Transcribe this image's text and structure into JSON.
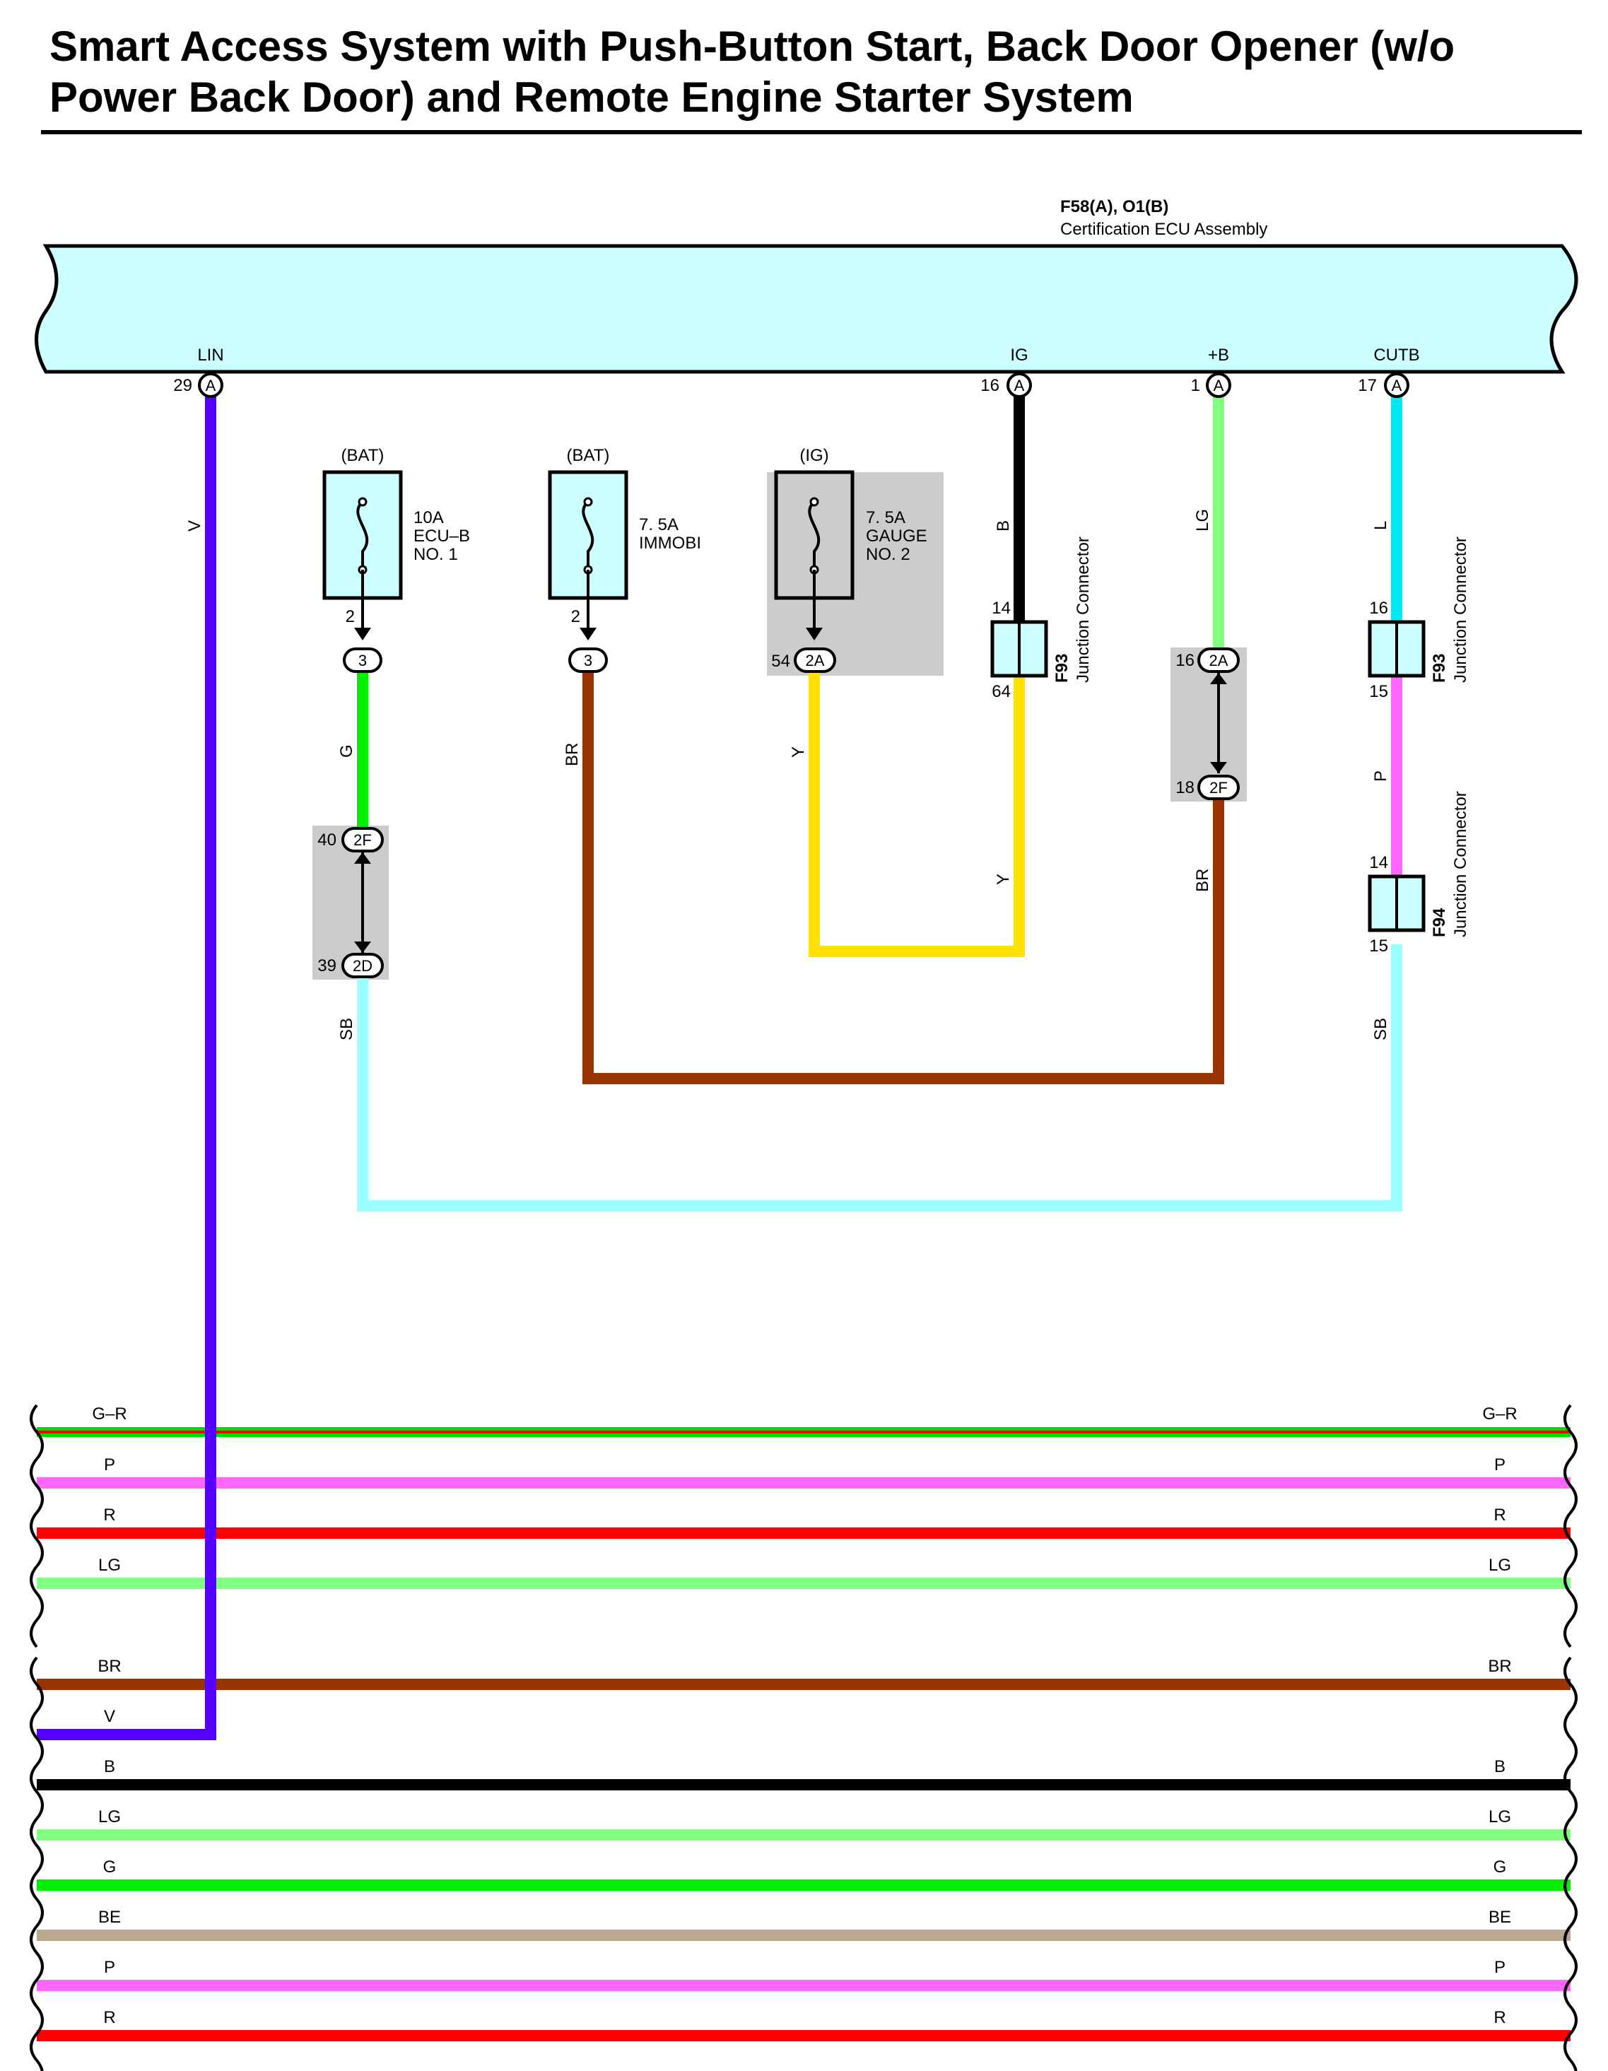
{
  "title": "Smart Access System with Push-Button Start, Back Door Opener (w/o Power Back Door) and Remote Engine Starter System",
  "colors": {
    "ecu_fill": "#ccffff",
    "shade": "#cccccc",
    "fuse_fill": "#ccffff",
    "V": "#5500ff",
    "B": "#000000",
    "LG": "#80ff80",
    "L": "#00e8f0",
    "G": "#00ee00",
    "BR": "#993300",
    "Y": "#ffe000",
    "P": "#ff66ff",
    "SB": "#99ffff",
    "R": "#ff0000",
    "BE": "#b8a890"
  },
  "ecu": {
    "id": "F58(A), O1(B)",
    "name": "Certification ECU Assembly",
    "pins": [
      {
        "name": "LIN",
        "num": "29",
        "conn": "A"
      },
      {
        "name": "IG",
        "num": "16",
        "conn": "A"
      },
      {
        "name": "+B",
        "num": "1",
        "conn": "A"
      },
      {
        "name": "CUTB",
        "num": "17",
        "conn": "A"
      }
    ]
  },
  "fuses": [
    {
      "supply": "(BAT)",
      "label": [
        "10A",
        "ECU–B",
        "NO. 1"
      ],
      "pin": "2",
      "conn": "3"
    },
    {
      "supply": "(BAT)",
      "label": [
        "7. 5A",
        "IMMOBI"
      ],
      "pin": "2",
      "conn": "3"
    },
    {
      "supply": "(IG)",
      "label": [
        "7. 5A",
        "GAUGE",
        "NO. 2"
      ],
      "pin": "54",
      "conn": "2A"
    }
  ],
  "junctions": [
    {
      "id": "F93",
      "name": "Junction Connector",
      "top_pin": "14",
      "bottom_pin": "64"
    },
    {
      "id": "F93",
      "name": "Junction Connector",
      "top_pin": "16",
      "bottom_pin": "15"
    },
    {
      "id": "F94",
      "name": "Junction Connector",
      "top_pin": "14",
      "bottom_pin": "15"
    }
  ],
  "inline_connectors": [
    {
      "top_num": "40",
      "top_conn": "2F",
      "bottom_num": "39",
      "bottom_conn": "2D"
    },
    {
      "top_num": "16",
      "top_conn": "2A",
      "bottom_num": "18",
      "bottom_conn": "2F"
    }
  ],
  "wire_labels": {
    "lin": "V",
    "ecub": "G",
    "ecub_low": "SB",
    "immobi": "BR",
    "gauge": "Y",
    "ig_top": "B",
    "ig_low": "Y",
    "plusb_top": "LG",
    "plusb_low": "BR",
    "cutb_top": "L",
    "cutb_mid": "P",
    "cutb_low": "SB"
  },
  "bus_groups": [
    [
      {
        "label": "G–R",
        "color": "#00dd00",
        "stripe": "#ff0000"
      },
      {
        "label": "P",
        "color": "#ff66ff"
      },
      {
        "label": "R",
        "color": "#ff0000"
      },
      {
        "label": "LG",
        "color": "#80ff80"
      }
    ],
    [
      {
        "label": "BR",
        "color": "#993300"
      },
      {
        "label": "V",
        "color": "#5500ff"
      },
      {
        "label": "B",
        "color": "#000000"
      },
      {
        "label": "LG",
        "color": "#80ff80"
      },
      {
        "label": "G",
        "color": "#00ee00"
      },
      {
        "label": "BE",
        "color": "#b8a890"
      },
      {
        "label": "P",
        "color": "#ff66ff"
      },
      {
        "label": "R",
        "color": "#ff0000"
      }
    ]
  ]
}
